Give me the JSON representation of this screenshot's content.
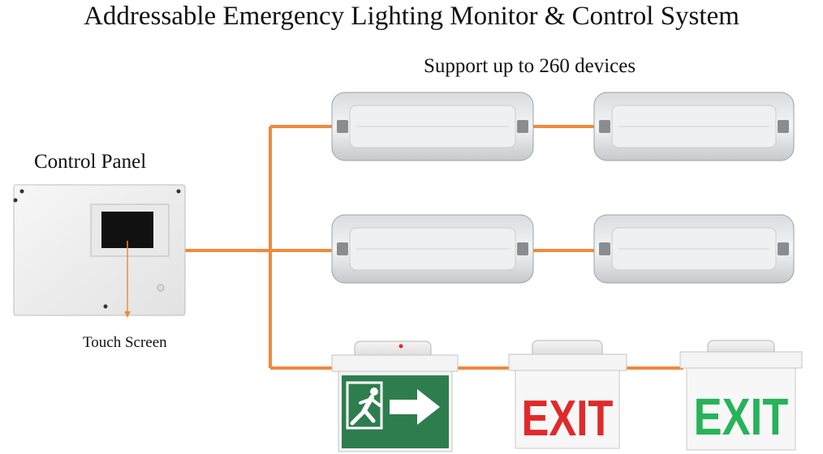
{
  "title": "Addressable Emergency Lighting Monitor & Control System",
  "subtitle": "Support up to 260 devices",
  "control_panel": {
    "label": "Control Panel",
    "touch_screen_label": "Touch Screen"
  },
  "exit_signs": [
    {
      "type": "running-man-arrow",
      "color": "#2e7d4f"
    },
    {
      "type": "text",
      "text": "EXIT",
      "color": "#e02a2a"
    },
    {
      "type": "text",
      "text": "EXIT",
      "color": "#27b35a"
    }
  ],
  "colors": {
    "wire": "#ef8a3c",
    "background": "#ffffff"
  }
}
